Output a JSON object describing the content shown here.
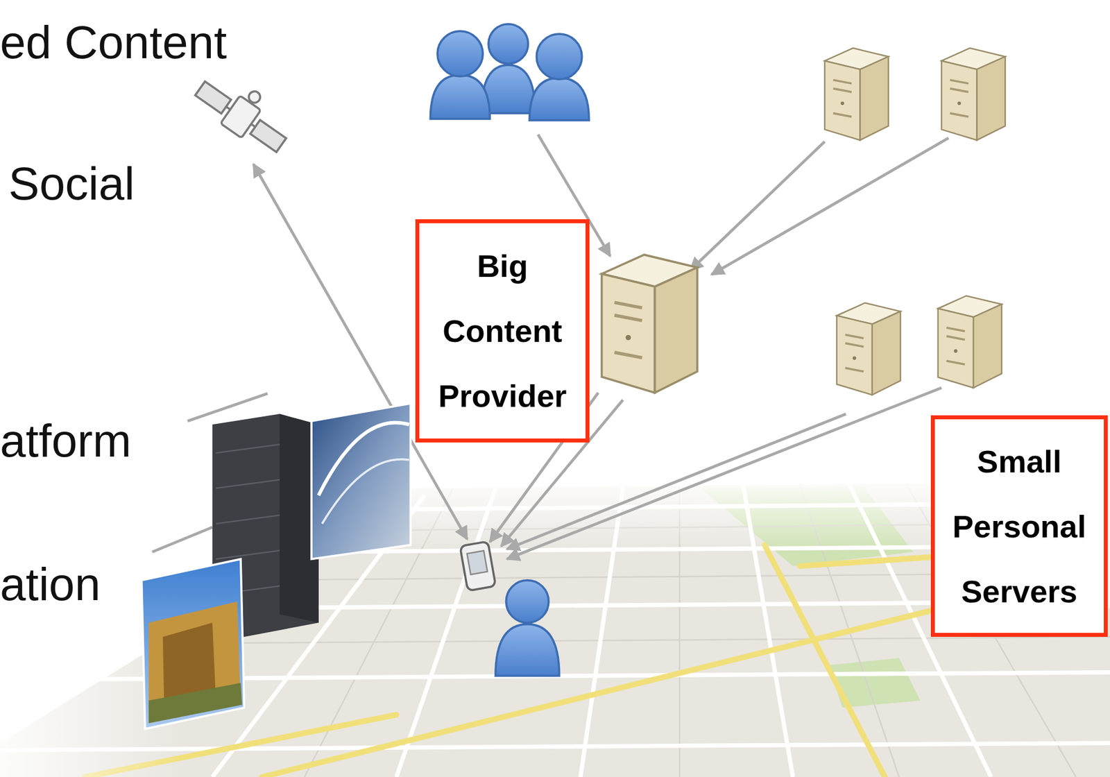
{
  "diagram": {
    "nodes": [
      {
        "text": [
          "Big Content Provider"
        ]
      },
      {
        "text": [
          "Small Personal Servers"
        ]
      }
    ],
    "labels": [
      "ed Content",
      "Social",
      "atform",
      "ation"
    ]
  }
}
